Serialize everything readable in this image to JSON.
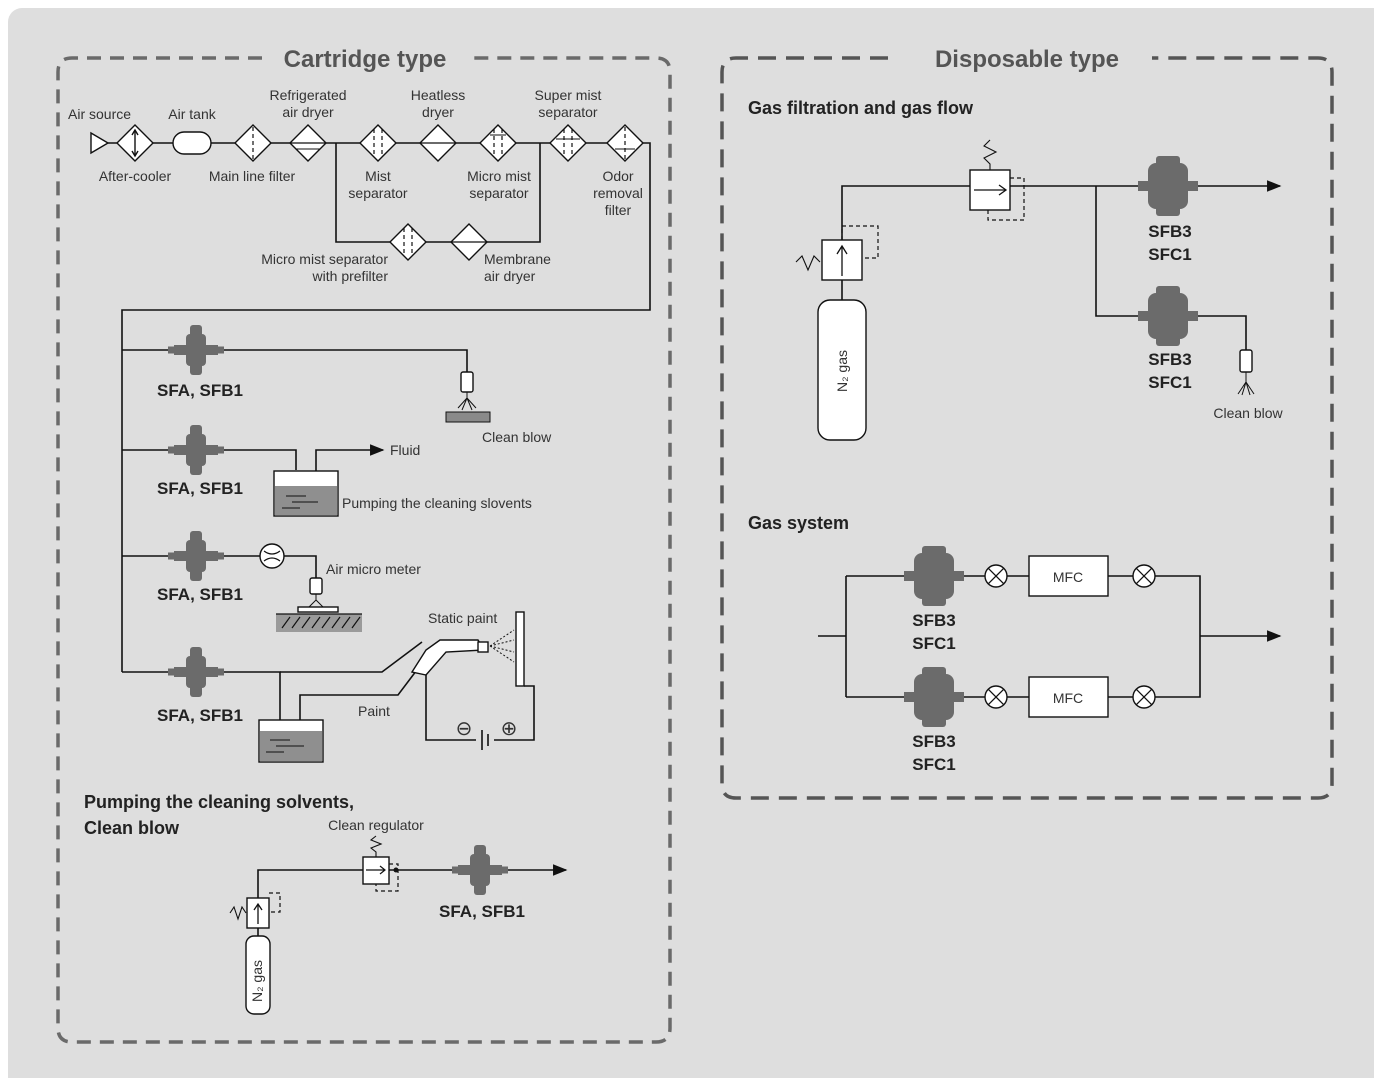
{
  "cartridge": {
    "title": "Cartridge type",
    "chain_labels": {
      "air_source": "Air source",
      "air_tank": "Air tank",
      "refrigerated_1": "Refrigerated",
      "refrigerated_2": "air dryer",
      "heatless_1": "Heatless",
      "heatless_2": "dryer",
      "super_mist_1": "Super mist",
      "super_mist_2": "separator",
      "after_cooler": "After-cooler",
      "main_line_filter": "Main line filter",
      "mist_sep_1": "Mist",
      "mist_sep_2": "separator",
      "micro_mist_1": "Micro mist",
      "micro_mist_2": "separator",
      "odor_1": "Odor",
      "odor_2": "removal",
      "odor_3": "filter",
      "micro_prefilter_1": "Micro mist separator",
      "micro_prefilter_2": "with prefilter",
      "membrane_1": "Membrane",
      "membrane_2": "air dryer"
    },
    "branches": {
      "filter_label": "SFA, SFB1",
      "clean_blow": "Clean blow",
      "fluid": "Fluid",
      "pumping": "Pumping the cleaning slovents",
      "air_micro_meter": "Air micro meter",
      "static_paint": "Static paint",
      "paint": "Paint",
      "minus": "⊖",
      "plus": "⊕"
    },
    "bottom": {
      "title_1": "Pumping the cleaning solvents,",
      "title_2": "Clean blow",
      "clean_regulator": "Clean regulator",
      "n2_gas": "N₂ gas",
      "filter_label": "SFA, SFB1"
    }
  },
  "disposable": {
    "title": "Disposable type",
    "gas_flow": {
      "title": "Gas filtration and gas flow",
      "filter_1a": "SFB3",
      "filter_1b": "SFC1",
      "filter_2a": "SFB3",
      "filter_2b": "SFC1",
      "clean_blow": "Clean blow",
      "n2_gas": "N₂ gas"
    },
    "gas_system": {
      "title": "Gas system",
      "filter_a": "SFB3",
      "filter_b": "SFC1",
      "mfc": "MFC"
    }
  }
}
